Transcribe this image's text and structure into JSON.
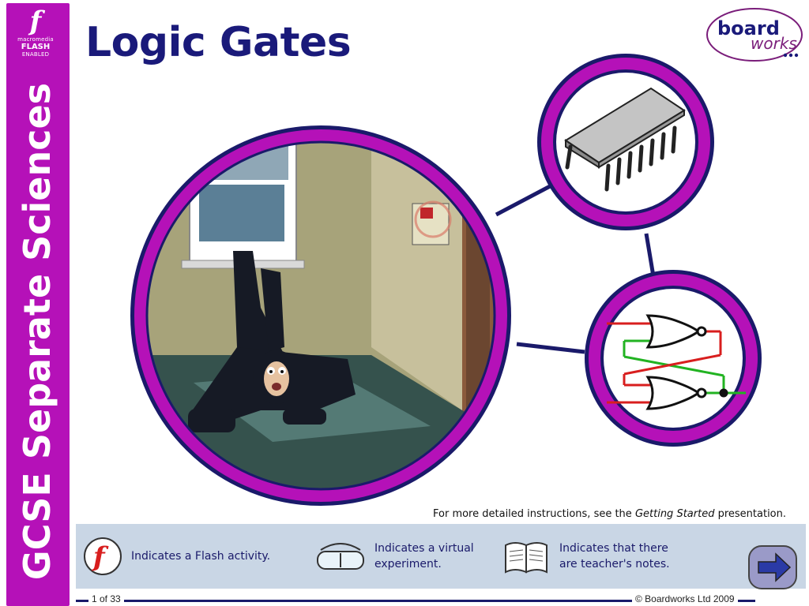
{
  "sidebar": {
    "flash_badge": {
      "line1": "macromedia",
      "line2": "FLASH",
      "line3": "ENABLED"
    },
    "vertical_title": "GCSE Separate Sciences"
  },
  "header": {
    "title": "Logic Gates"
  },
  "logo": {
    "line1": "board",
    "line2": "works"
  },
  "instruction": {
    "prefix": "For more detailed instructions, see the ",
    "italic": "Getting Started",
    "suffix": " presentation."
  },
  "legend": {
    "flash": "Indicates a Flash activity.",
    "virtual": "Indicates a virtual experiment.",
    "notes": "Indicates that there are teacher's notes."
  },
  "footer": {
    "page": "1 of 33",
    "copyright": "© Boardworks Ltd 2009"
  },
  "colors": {
    "accent": "#b511b8",
    "navy": "#1a1a7a",
    "legend_bg": "#c9d6e5"
  },
  "icons": [
    "flash-icon",
    "goggles-icon",
    "book-icon",
    "next-arrow-icon",
    "chip-icon",
    "gate-circuit-icon"
  ]
}
